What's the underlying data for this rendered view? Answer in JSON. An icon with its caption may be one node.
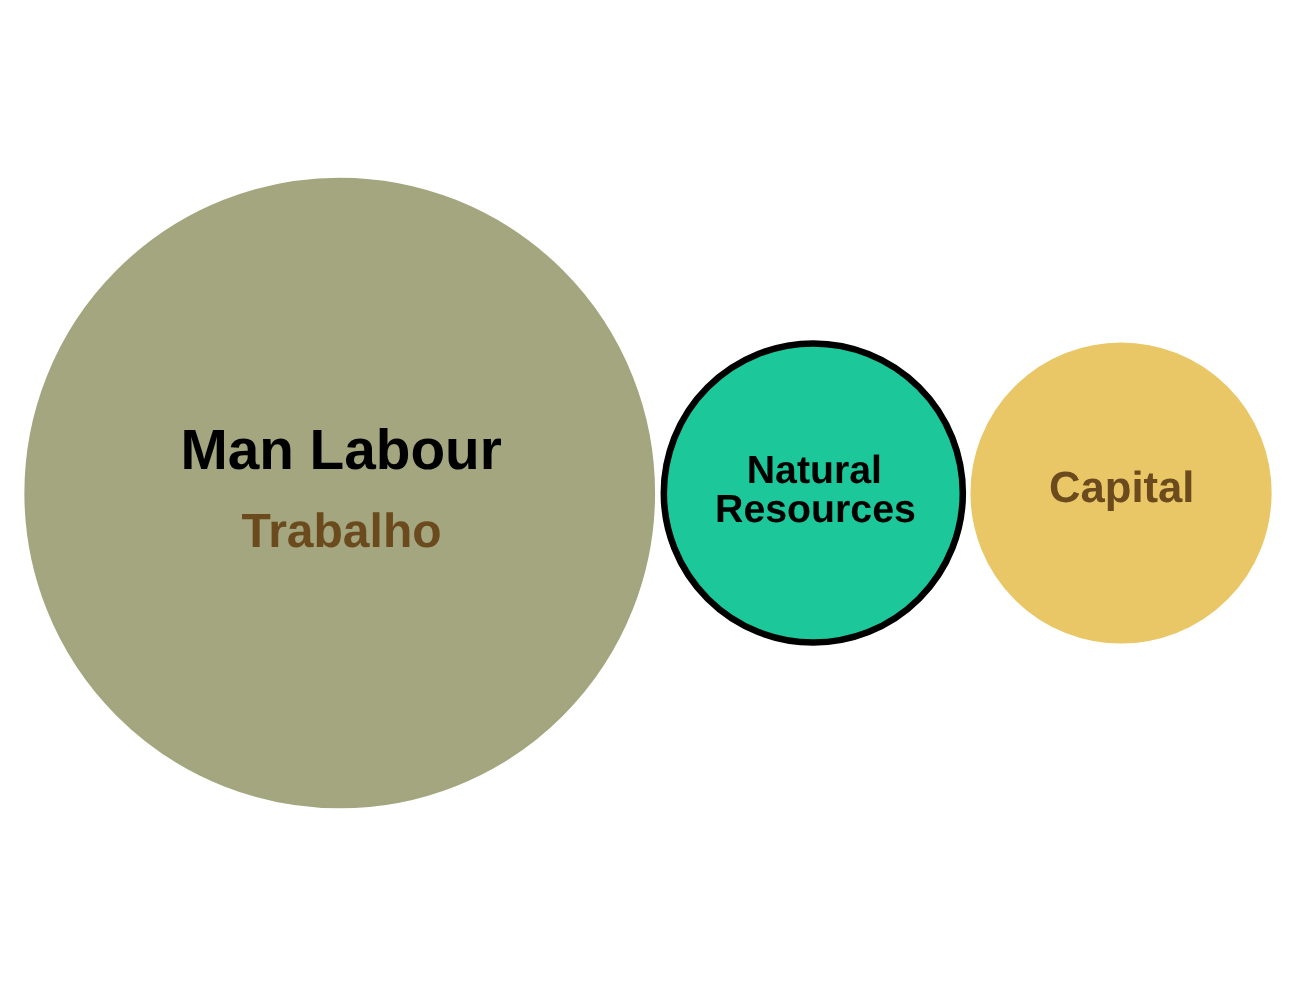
{
  "diagram": {
    "nodes": [
      {
        "text": [
          "Man Labour",
          "Trabalho"
        ]
      },
      {
        "text": [
          "Natural Resources"
        ]
      },
      {
        "text": [
          "Capital"
        ]
      }
    ]
  }
}
